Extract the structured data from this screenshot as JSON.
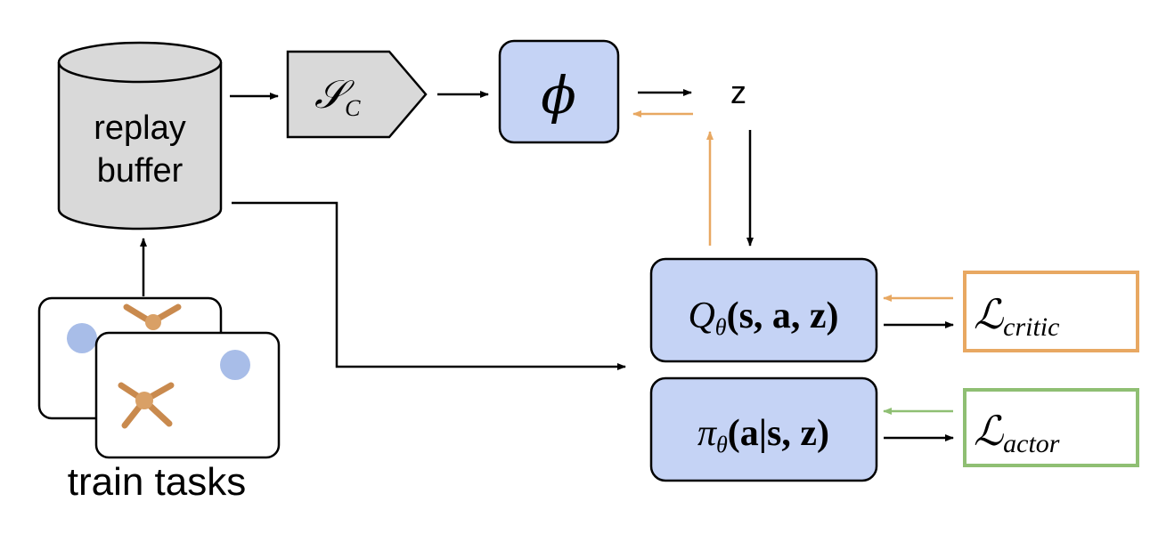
{
  "replay_buffer": {
    "line1": "replay",
    "line2": "buffer"
  },
  "context_sampler": {
    "symbol": "𝒮",
    "subscript": "C"
  },
  "encoder": {
    "symbol": "ϕ"
  },
  "latent": {
    "symbol": "z"
  },
  "critic": {
    "func": "Q",
    "sub": "θ",
    "args": "(s, a, z)"
  },
  "actor": {
    "func": "π",
    "sub": "θ",
    "args": "(a|s, z)"
  },
  "critic_loss": {
    "symbol": "ℒ",
    "sub": "critic"
  },
  "actor_loss": {
    "symbol": "ℒ",
    "sub": "actor"
  },
  "tasks_caption": "train tasks",
  "colors": {
    "network_fill": "#c5d3f5",
    "sampler_fill": "#d9d9d9",
    "buffer_fill": "#d9d9d9",
    "gradient_arrow": "#e8a862",
    "critic_loss_border": "#e8a862",
    "actor_loss_border": "#8fbf73",
    "actor_gradient_arrow": "#8fbf73",
    "goal_dot": "#a8bde8",
    "ant_body": "#d9a066"
  }
}
